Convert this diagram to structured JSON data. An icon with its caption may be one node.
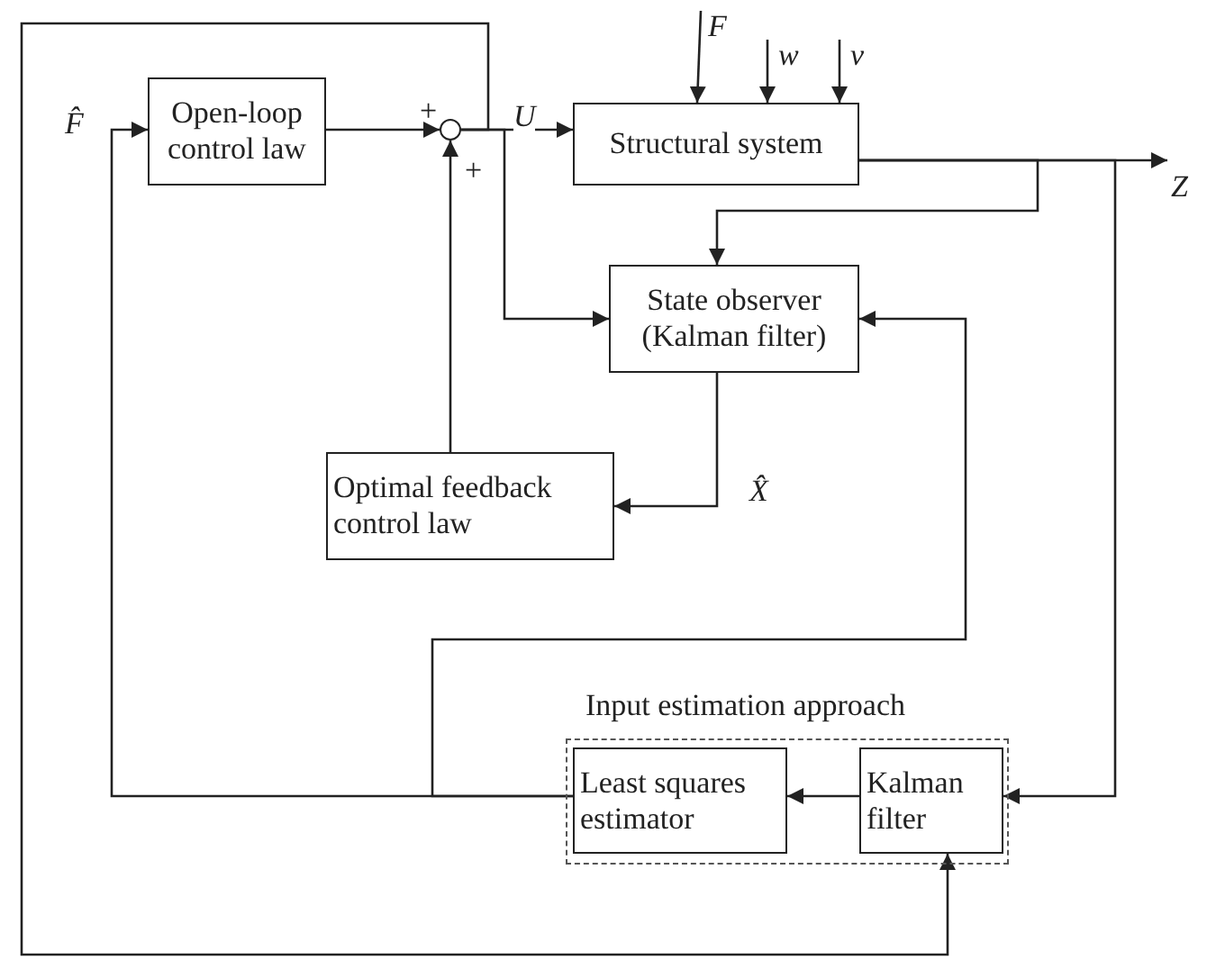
{
  "diagram": {
    "nodes": [
      {
        "text": [
          "F"
        ]
      },
      {
        "text": [
          "w"
        ]
      },
      {
        "text": [
          "v"
        ]
      },
      {
        "text": [
          "Open-loop control law"
        ]
      },
      {
        "text": [],
        "shape": "circle"
      },
      {
        "text": [
          "Structural system"
        ]
      },
      {
        "text": [
          "Z"
        ]
      },
      {
        "text": [
          "State observer (Kalman filter)"
        ]
      },
      {
        "text": [
          "Optimal feedback control law"
        ]
      },
      {
        "text": [
          "Input estimation approach"
        ]
      },
      {
        "text": [
          "Least squares estimator"
        ],
        "in": 9
      },
      {
        "text": [
          "Kalman filter"
        ],
        "in": 9
      }
    ],
    "edges": [
      {
        "from": 0,
        "to": 5,
        "arrow": "to"
      },
      {
        "from": 1,
        "to": 5,
        "arrow": "to"
      },
      {
        "from": 2,
        "to": 5,
        "arrow": "to"
      },
      {
        "from": 3,
        "to": 4,
        "arrow": "to"
      },
      {
        "from": 4,
        "to": 5,
        "arrow": "to",
        "label": "U"
      },
      {
        "from": 4,
        "to": 7,
        "arrow": "to"
      },
      {
        "from": 4,
        "to": 11,
        "arrow": "to"
      },
      {
        "from": 5,
        "to": 6,
        "arrow": "to"
      },
      {
        "from": 5,
        "to": 7,
        "arrow": "to"
      },
      {
        "from": 5,
        "to": 11,
        "arrow": "to"
      },
      {
        "from": 7,
        "to": 8,
        "arrow": "to",
        "label": "X̂"
      },
      {
        "from": 8,
        "to": 4,
        "arrow": "to"
      },
      {
        "from": 11,
        "to": 10,
        "arrow": "to"
      },
      {
        "from": 10,
        "to": 3,
        "arrow": "to",
        "label": "F̂"
      },
      {
        "from": 10,
        "to": 7,
        "arrow": "to"
      }
    ],
    "labels": [
      "+",
      "+"
    ]
  }
}
